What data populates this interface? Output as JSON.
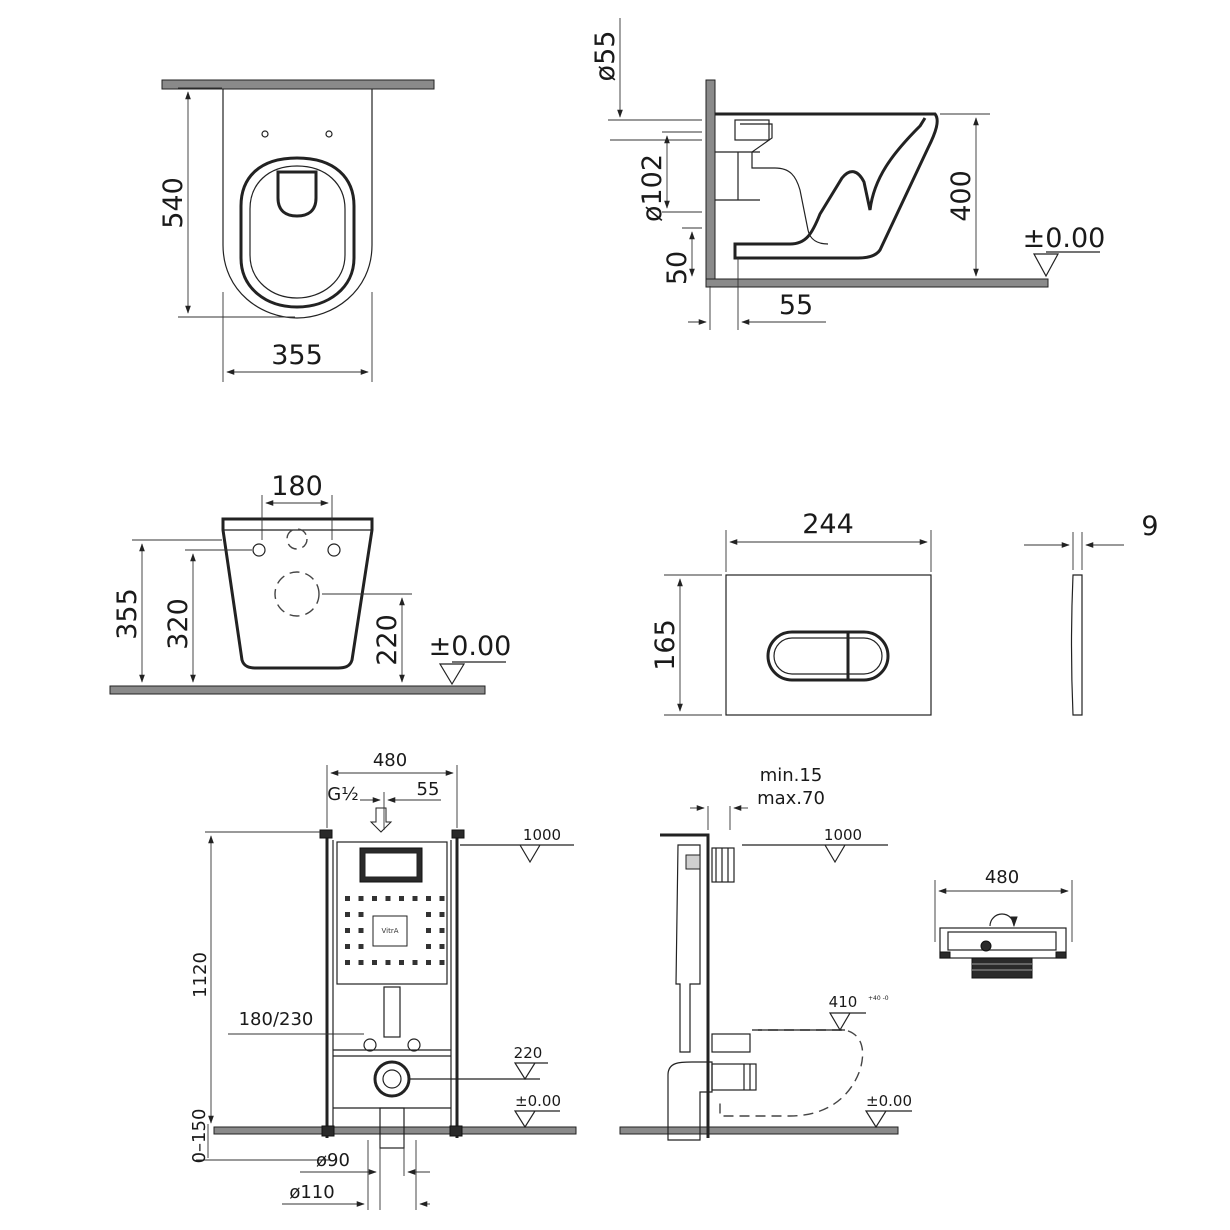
{
  "top_view": {
    "width": "355",
    "depth": "540"
  },
  "side_view": {
    "flush_pipe": "ø55",
    "outlet_diameter": "ø102",
    "outlet_offset": "50",
    "wall_offset": "55",
    "rim_height": "400",
    "floor_level": "±0.00"
  },
  "rear_view": {
    "bolt_spacing": "180",
    "total_height": "355",
    "bolt_height": "320",
    "outlet_height": "220",
    "floor_level": "±0.00"
  },
  "flush_plate": {
    "width": "244",
    "height": "165",
    "thickness": "9"
  },
  "frame_front": {
    "width": "480",
    "water_inlet": "G½",
    "inlet_offset": "55",
    "height": "1120",
    "top_level": "1000",
    "bolt_spacing": "180/230",
    "outlet_level": "220",
    "floor_level": "±0.00",
    "floor_adjust": "0–150",
    "pipe_90": "ø90",
    "pipe_110": "ø110",
    "logo": "VitrA"
  },
  "frame_side": {
    "wall_min": "min.15",
    "wall_max": "max.70",
    "top_level": "1000",
    "bowl_level": "410",
    "bowl_tolerance": "+40 -0",
    "floor_level": "±0.00"
  },
  "frame_top": {
    "width": "480"
  }
}
